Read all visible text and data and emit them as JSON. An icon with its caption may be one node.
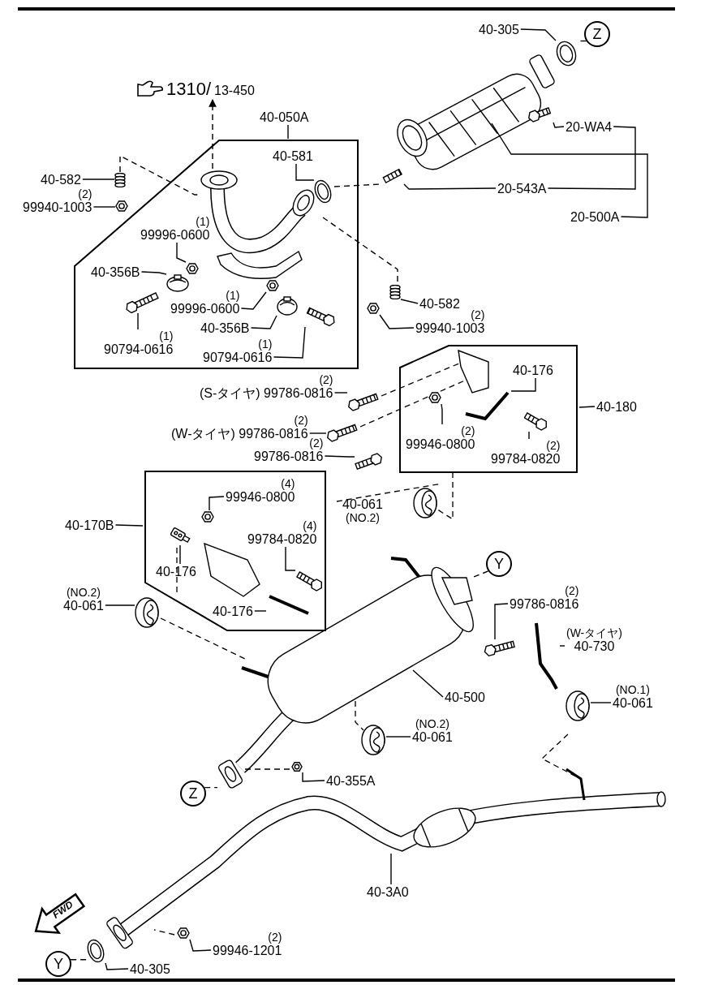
{
  "diagram": {
    "nodes": [
      {
        "text": [
          "Z"
        ]
      },
      {
        "text": [
          "40-305"
        ]
      },
      {
        "text": [
          "1310/",
          "13-450"
        ]
      },
      {
        "text": [],
        "shape": "box"
      },
      {
        "text": [
          "40-050A"
        ]
      },
      {
        "text": [
          "40-581"
        ],
        "in": 3
      },
      {
        "text": [
          "40-582"
        ]
      },
      {
        "text": [
          "(2)",
          "99940-1003"
        ]
      },
      {
        "text": [
          "(1)",
          "99996-0600"
        ],
        "in": 3
      },
      {
        "text": [
          "40-356B"
        ],
        "in": 3
      },
      {
        "text": [
          "(1)",
          "99996-0600"
        ],
        "in": 3
      },
      {
        "text": [
          "40-356B"
        ],
        "in": 3
      },
      {
        "text": [
          "(1)",
          "90794-0616"
        ],
        "in": 3
      },
      {
        "text": [
          "(1)",
          "90794-0616"
        ],
        "in": 3
      },
      {
        "text": [
          "20-WA4"
        ]
      },
      {
        "text": [
          "20-543A"
        ]
      },
      {
        "text": [
          "20-500A"
        ]
      },
      {
        "text": [
          "40-582"
        ]
      },
      {
        "text": [
          "(2)",
          "99940-1003"
        ]
      },
      {
        "text": [],
        "shape": "box"
      },
      {
        "text": [
          "40-180"
        ]
      },
      {
        "text": [
          "40-176"
        ],
        "in": 19
      },
      {
        "text": [
          "(2)",
          "99946-0800"
        ],
        "in": 19
      },
      {
        "text": [
          "(2)",
          "99784-0820"
        ],
        "in": 19
      },
      {
        "text": [
          "(2)",
          "(S-タイヤ) 99786-0816"
        ]
      },
      {
        "text": [
          "(2)",
          "(W-タイヤ) 99786-0816"
        ]
      },
      {
        "text": [
          "(2)",
          "99786-0816"
        ]
      },
      {
        "text": [],
        "shape": "box"
      },
      {
        "text": [
          "40-170B"
        ]
      },
      {
        "text": [
          "(4)",
          "99946-0800"
        ],
        "in": 27
      },
      {
        "text": [
          "(4)",
          "99784-0820"
        ],
        "in": 27
      },
      {
        "text": [
          "40-176"
        ],
        "in": 27
      },
      {
        "text": [
          "40-176"
        ],
        "in": 27
      },
      {
        "text": [
          "(NO.2)",
          "40-061"
        ]
      },
      {
        "text": [
          "Y"
        ]
      },
      {
        "text": [
          "(2)",
          "99786-0816"
        ]
      },
      {
        "text": [
          "(W-タイヤ)",
          "40-730"
        ]
      },
      {
        "text": [
          "40-500"
        ]
      },
      {
        "text": [
          "(NO.1)",
          "40-061"
        ]
      },
      {
        "text": [
          "(NO.2)",
          "40-061"
        ]
      },
      {
        "text": [
          "40-355A"
        ]
      },
      {
        "text": [
          "Z"
        ]
      },
      {
        "text": [
          "40-3A0"
        ]
      },
      {
        "text": [
          "(2)",
          "99946-1201"
        ]
      },
      {
        "text": [
          "Y"
        ]
      },
      {
        "text": [
          "40-305"
        ]
      },
      {
        "text": [],
        "shape": "picture"
      },
      {
        "text": [],
        "shape": "picture",
        "in": 3
      },
      {
        "text": [],
        "shape": "picture",
        "in": 3
      },
      {
        "text": [],
        "shape": "picture"
      },
      {
        "text": [],
        "shape": "picture"
      },
      {
        "text": [],
        "shape": "picture",
        "in": 3
      },
      {
        "text": [],
        "shape": "picture",
        "in": 3
      },
      {
        "text": [],
        "shape": "picture",
        "in": 3
      },
      {
        "text": [],
        "shape": "picture",
        "in": 3
      },
      {
        "text": [],
        "shape": "picture",
        "in": 3
      },
      {
        "text": [],
        "shape": "picture",
        "in": 3
      },
      {
        "text": [],
        "shape": "picture"
      },
      {
        "text": [],
        "shape": "picture"
      },
      {
        "text": [],
        "shape": "picture"
      },
      {
        "text": [],
        "shape": "picture"
      },
      {
        "text": [],
        "shape": "picture",
        "in": 19
      },
      {
        "text": [],
        "shape": "picture",
        "in": 19
      },
      {
        "text": [],
        "shape": "picture",
        "in": 19
      },
      {
        "text": [],
        "shape": "picture"
      },
      {
        "text": [],
        "shape": "picture"
      },
      {
        "text": [],
        "shape": "picture"
      },
      {
        "text": [],
        "shape": "picture",
        "in": 27
      },
      {
        "text": [],
        "shape": "picture",
        "in": 27
      },
      {
        "text": [],
        "shape": "picture",
        "in": 27
      },
      {
        "text": [],
        "shape": "picture",
        "in": 27
      },
      {
        "text": [],
        "shape": "picture"
      },
      {
        "text": [],
        "shape": "picture"
      },
      {
        "text": [],
        "shape": "picture"
      },
      {
        "text": [],
        "shape": "picture"
      },
      {
        "text": [],
        "shape": "picture"
      },
      {
        "text": [],
        "shape": "picture"
      },
      {
        "text": [],
        "shape": "picture"
      },
      {
        "text": [],
        "shape": "picture"
      },
      {
        "text": [],
        "shape": "picture"
      },
      {
        "text": [],
        "shape": "picture"
      }
    ],
    "edges": [
      {
        "from": 1,
        "to": 46,
        "arrow": "none"
      },
      {
        "from": 0,
        "to": 46,
        "arrow": "none",
        "style": "dashed"
      },
      {
        "from": 47,
        "to": 2,
        "arrow": "to",
        "style": "dashed"
      },
      {
        "from": 4,
        "to": 3,
        "arrow": "none"
      },
      {
        "from": 5,
        "to": 48,
        "arrow": "none"
      },
      {
        "from": 6,
        "to": 49,
        "arrow": "none"
      },
      {
        "from": 7,
        "to": 50,
        "arrow": "none"
      },
      {
        "from": 8,
        "to": 51,
        "arrow": "none"
      },
      {
        "from": 9,
        "to": 52,
        "arrow": "none"
      },
      {
        "from": 10,
        "to": 53,
        "arrow": "none"
      },
      {
        "from": 11,
        "to": 54,
        "arrow": "none"
      },
      {
        "from": 12,
        "to": 55,
        "arrow": "none"
      },
      {
        "from": 13,
        "to": 56,
        "arrow": "none"
      },
      {
        "from": 14,
        "to": 57,
        "arrow": "none"
      },
      {
        "from": 14,
        "to": 15,
        "arrow": "none"
      },
      {
        "from": 15,
        "to": 58,
        "arrow": "none"
      },
      {
        "from": 16,
        "to": null,
        "arrow": "none"
      },
      {
        "from": 17,
        "to": 59,
        "arrow": "none"
      },
      {
        "from": 18,
        "to": 60,
        "arrow": "none"
      },
      {
        "from": 20,
        "to": 19,
        "arrow": "none"
      },
      {
        "from": 21,
        "to": 61,
        "arrow": "none"
      },
      {
        "from": 22,
        "to": 62,
        "arrow": "none"
      },
      {
        "from": 23,
        "to": 63,
        "arrow": "none"
      },
      {
        "from": 24,
        "to": 64,
        "arrow": "none"
      },
      {
        "from": 25,
        "to": 65,
        "arrow": "none"
      },
      {
        "from": 26,
        "to": 66,
        "arrow": "none"
      },
      {
        "from": 28,
        "to": 27,
        "arrow": "none"
      },
      {
        "from": 29,
        "to": 67,
        "arrow": "none"
      },
      {
        "from": 30,
        "to": 68,
        "arrow": "none"
      },
      {
        "from": 31,
        "to": 69,
        "arrow": "none"
      },
      {
        "from": 32,
        "to": 70,
        "arrow": "none"
      },
      {
        "from": 33,
        "to": 71,
        "arrow": "none"
      },
      {
        "from": 34,
        "to": 72,
        "arrow": "none",
        "style": "dashed"
      },
      {
        "from": 35,
        "to": 73,
        "arrow": "none"
      },
      {
        "from": 36,
        "to": 74,
        "arrow": "none"
      },
      {
        "from": 37,
        "to": null,
        "arrow": "none"
      },
      {
        "from": 38,
        "to": 75,
        "arrow": "none"
      },
      {
        "from": 39,
        "to": 76,
        "arrow": "none"
      },
      {
        "from": 40,
        "to": 77,
        "arrow": "none"
      },
      {
        "from": 41,
        "to": 78,
        "arrow": "none",
        "style": "dashed"
      },
      {
        "from": 42,
        "to": null,
        "arrow": "none"
      },
      {
        "from": 43,
        "to": 79,
        "arrow": "none"
      },
      {
        "from": 44,
        "to": 80,
        "arrow": "none",
        "style": "dashed"
      },
      {
        "from": 45,
        "to": 80,
        "arrow": "none"
      },
      {
        "from": 47,
        "to": 59,
        "arrow": "none",
        "style": "dashed"
      },
      {
        "from": 49,
        "to": 47,
        "arrow": "none",
        "style": "dashed"
      },
      {
        "from": 48,
        "to": 58,
        "arrow": "none",
        "style": "dashed"
      },
      {
        "from": 78,
        "to": 77,
        "arrow": "none",
        "style": "dashed"
      }
    ],
    "labels": [
      "40-061",
      "(NO.2)",
      "FWD"
    ]
  }
}
